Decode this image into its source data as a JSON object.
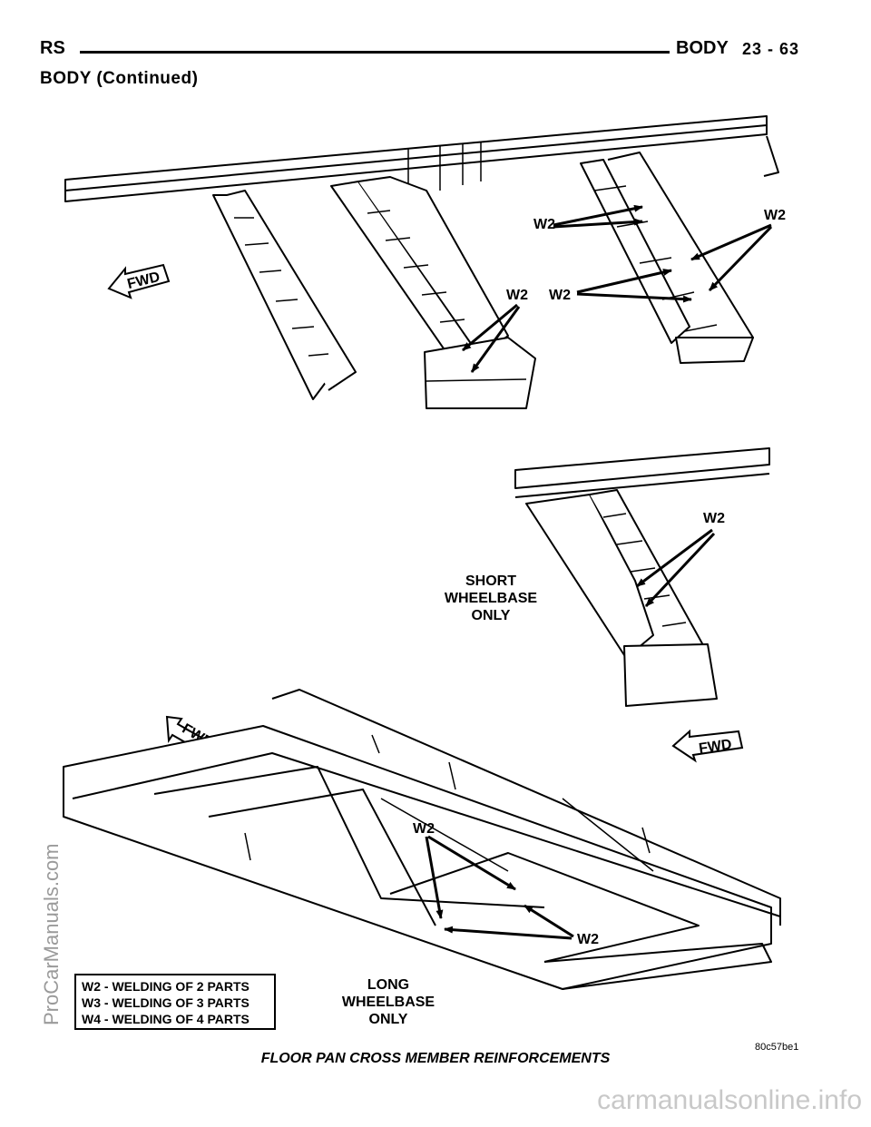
{
  "header": {
    "left": "RS",
    "section": "BODY",
    "page": "23 - 63"
  },
  "continued": "BODY (Continued)",
  "labels": {
    "w2": "W2",
    "fwd": "FWD",
    "short_wheelbase": [
      "SHORT",
      "WHEELBASE",
      "ONLY"
    ],
    "long_wheelbase": [
      "LONG",
      "WHEELBASE",
      "ONLY"
    ]
  },
  "legend": [
    "W2 - WELDING OF 2 PARTS",
    "W3 - WELDING OF 3 PARTS",
    "W4 - WELDING OF 4 PARTS"
  ],
  "figure_id": "80c57be1",
  "caption": "FLOOR PAN CROSS MEMBER REINFORCEMENTS",
  "watermarks": {
    "side": "ProCarManuals.com",
    "footer": "carmanualsonline.info"
  }
}
